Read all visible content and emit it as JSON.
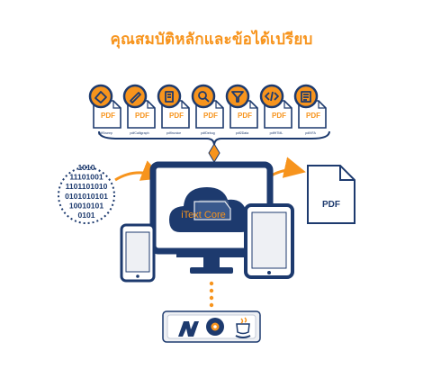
{
  "title": "คุณสมบัติหลักและข้อได้เปรียบ",
  "addons": [
    {
      "badge": "PDF",
      "caption": "pdfSweep",
      "icon": "eraser-icon"
    },
    {
      "badge": "PDF",
      "caption": "pdfCalligraph",
      "icon": "pen-icon"
    },
    {
      "badge": "PDF",
      "caption": "pdfInvoice",
      "icon": "invoice-icon"
    },
    {
      "badge": "PDF",
      "caption": "pdfDebug",
      "icon": "magnifier-icon"
    },
    {
      "badge": "PDF",
      "caption": "pdf2Data",
      "icon": "funnel-icon"
    },
    {
      "badge": "PDF",
      "caption": "pdfHTML",
      "icon": "code-icon"
    },
    {
      "badge": "PDF",
      "caption": "pdfXFA",
      "icon": "form-icon"
    }
  ],
  "binary_lines": [
    "1010",
    "11101001",
    "1101101010",
    "0101010101",
    "10010101",
    "0101"
  ],
  "core_label": "iText Core",
  "output_doc_label": "PDF",
  "platforms": [
    {
      "icon": "dotnet-icon"
    },
    {
      "icon": "gear-icon"
    },
    {
      "icon": "java-icon"
    }
  ],
  "colors": {
    "accent": "#f7941d",
    "navy": "#1d3a6e",
    "light_gray": "#eef0f4"
  }
}
